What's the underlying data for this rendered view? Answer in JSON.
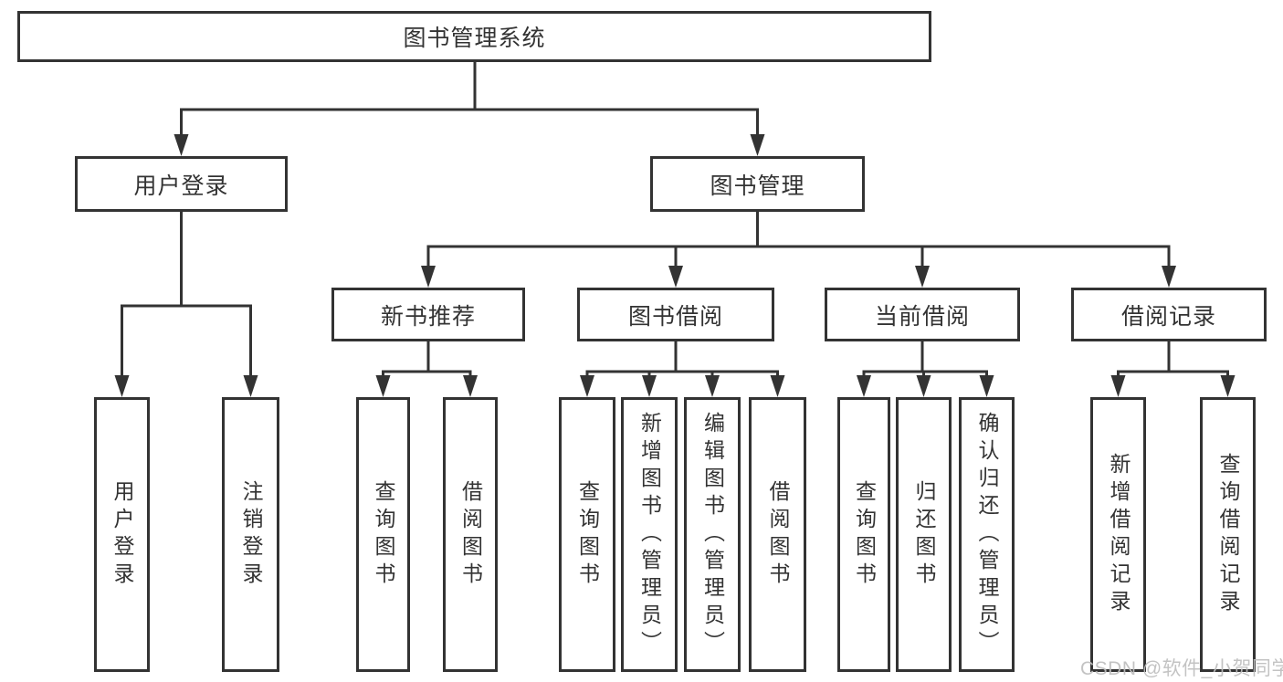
{
  "page": {
    "watermark": "CSDN @软件_小贺同学"
  },
  "style": {
    "line_color": "#333333",
    "box_background": "#ffffff",
    "text_color": "#333333",
    "watermark_color": "#bebebe"
  },
  "tree": {
    "root": "图书管理系统",
    "branches": [
      {
        "label": "用户登录",
        "leaves": [
          "用户登录",
          "注销登录"
        ]
      },
      {
        "label": "图书管理",
        "groups": [
          {
            "label": "新书推荐",
            "leaves": [
              "查询图书",
              "借阅图书"
            ]
          },
          {
            "label": "图书借阅",
            "leaves": [
              "查询图书",
              "新增图书（管理员）",
              "编辑图书（管理员）",
              "借阅图书"
            ]
          },
          {
            "label": "当前借阅",
            "leaves": [
              "查询图书",
              "归还图书",
              "确认归还（管理员）"
            ]
          },
          {
            "label": "借阅记录",
            "leaves": [
              "新增借阅记录",
              "查询借阅记录"
            ]
          }
        ]
      }
    ]
  }
}
